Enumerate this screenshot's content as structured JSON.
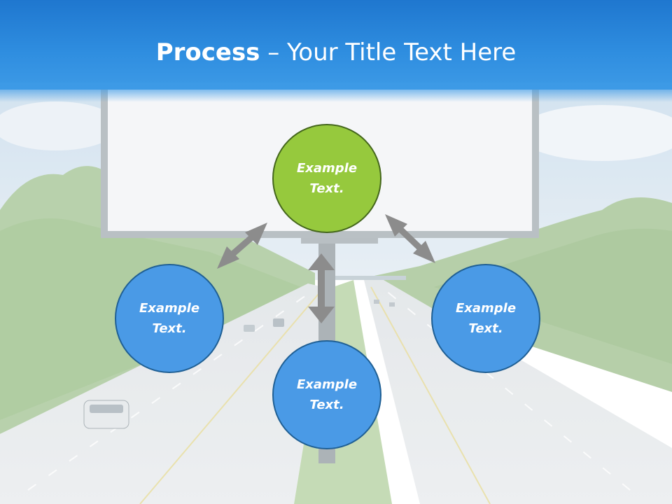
{
  "title": {
    "bold": "Process",
    "rest": " – Your Title Text Here"
  },
  "nodes": {
    "top": {
      "line1": "Example",
      "line2": "Text."
    },
    "left": {
      "line1": "Example",
      "line2": "Text."
    },
    "right": {
      "line1": "Example",
      "line2": "Text."
    },
    "bottom": {
      "line1": "Example",
      "line2": "Text."
    }
  },
  "colors": {
    "title_bar": "#2a86d9",
    "node_blue": "#4a9ae6",
    "node_green": "#96c93d",
    "arrow": "#8c8c8c"
  }
}
